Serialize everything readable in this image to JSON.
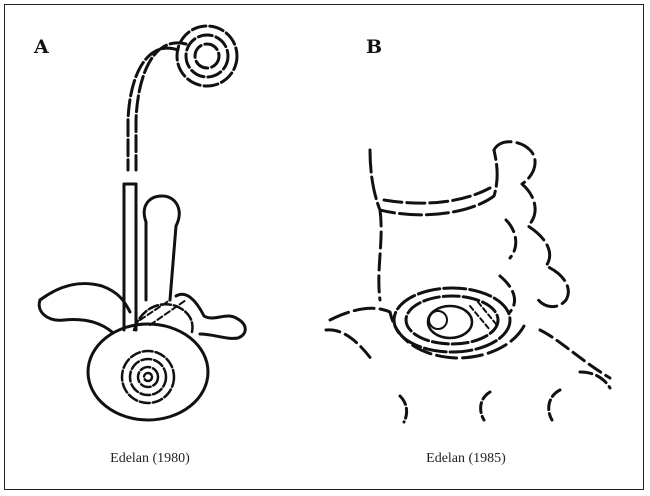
{
  "panels": [
    {
      "label": "A",
      "caption": "Edelan (1980)"
    },
    {
      "label": "B",
      "caption": "Edelan (1985)"
    }
  ]
}
